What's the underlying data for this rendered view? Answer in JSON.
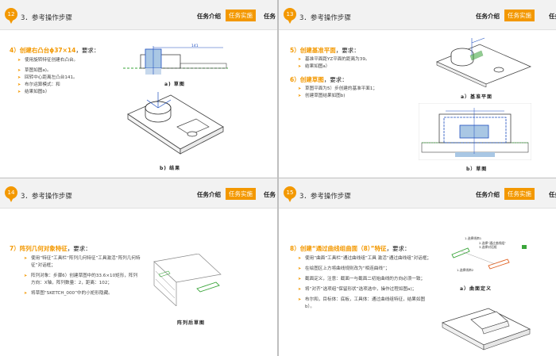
{
  "slides": [
    {
      "num": "12",
      "header_title": "3．参考操作步骤",
      "tab_intro": "任务介绍",
      "tab_impl": "任务实施",
      "tab_more": "任务",
      "step_prefix": "4）",
      "step_highlight": "创建右凸台ϕ37×14",
      "step_suffix": "，要求：",
      "bullets": [
        "使用旋转特征创建右凸台。",
        "草图如图a)。",
        "回转中心距离左凸台141。",
        "布尔运算模式：和",
        "结果如图b）"
      ],
      "caption_a": "a) 草图",
      "caption_b": "b) 结果",
      "dim_label": "141"
    },
    {
      "num": "13",
      "header_title": "3．参考操作步骤",
      "tab_intro": "任务介绍",
      "tab_impl": "任务实施",
      "tab_more": "任务",
      "step1_prefix": "5）",
      "step1_highlight": "创建基准平面",
      "step1_suffix": "，要求：",
      "bullets1": [
        "基准平面距YZ平面的距离为39。",
        "结果如图a）"
      ],
      "step2_prefix": "6）",
      "step2_highlight": "创建草图",
      "step2_suffix": "，要求：",
      "bullets2": [
        "草图平面为5）步创建的基准平面1；",
        "创建草图结果如图b)"
      ],
      "caption_a": "a）基准平面",
      "caption_b": "b）草图"
    },
    {
      "num": "14",
      "header_title": "3．参考操作步骤",
      "tab_intro": "任务介绍",
      "tab_impl": "任务实施",
      "tab_more": "任务",
      "step_prefix": "7）",
      "step_highlight": "阵列几何对象特征",
      "step_suffix": "，要求：",
      "bullets": [
        "使用“特征”工具栏“阵列几何特征”工具激活“阵列几何特征”对话框；",
        "阵列对象：步骤6）创建草图中的33.6×10矩形，阵列方向：X轴，阵列数量：2，距离：102；",
        "将草图“SKETCH_000”中的小矩形隐藏。"
      ],
      "caption": "阵列后草图"
    },
    {
      "num": "15",
      "header_title": "3．参考操作步骤",
      "tab_intro": "任务介绍",
      "tab_impl": "任务实施",
      "tab_more": "任务",
      "step_prefix": "8）",
      "step_highlight": "创建“通过曲线组曲面（8）”特征",
      "step_suffix": "，要求：",
      "bullets": [
        "使用“曲面”工具栏“通过曲线组”工具 激活“通过曲线组”对话框；",
        "在绘图区上方将曲线规则改为“相连曲线”；",
        "截面定义，注意：截面一与截面二初始曲线的方向必须一致；",
        "将“对齐”选项组“保留形状”选项选中，操作过程如图a)；",
        "布尔和，目标体：底板，工具体：通过曲线组特征，结果如图b）。"
      ],
      "caption_a": "a）曲面定义",
      "callout1": "1.选择线串1",
      "callout2": "2.选择“通过曲线组”",
      "callout3": "1.选择线串2",
      "callout4": "3.选择对话框"
    }
  ],
  "colors": {
    "accent": "#f39800",
    "dim_blue": "#1f4fbf",
    "sketch_green": "#3aa53a"
  }
}
